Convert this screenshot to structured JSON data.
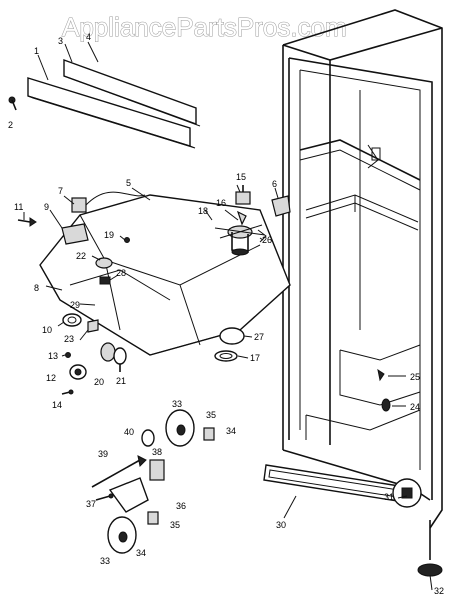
{
  "watermark": {
    "text": "AppliancePartsPros.com"
  },
  "callouts": [
    {
      "id": "c1",
      "text": "1"
    },
    {
      "id": "c2",
      "text": "2"
    },
    {
      "id": "c3",
      "text": "3"
    },
    {
      "id": "c4",
      "text": "4"
    },
    {
      "id": "c5",
      "text": "5"
    },
    {
      "id": "c6",
      "text": "6"
    },
    {
      "id": "c7",
      "text": "7"
    },
    {
      "id": "c8",
      "text": "8"
    },
    {
      "id": "c9",
      "text": "9"
    },
    {
      "id": "c10",
      "text": "10"
    },
    {
      "id": "c11",
      "text": "11"
    },
    {
      "id": "c12",
      "text": "12"
    },
    {
      "id": "c13",
      "text": "13"
    },
    {
      "id": "c14",
      "text": "14"
    },
    {
      "id": "c15",
      "text": "15"
    },
    {
      "id": "c16",
      "text": "16"
    },
    {
      "id": "c17",
      "text": "17"
    },
    {
      "id": "c18",
      "text": "18"
    },
    {
      "id": "c19",
      "text": "19"
    },
    {
      "id": "c20",
      "text": "20"
    },
    {
      "id": "c21",
      "text": "21"
    },
    {
      "id": "c22",
      "text": "22"
    },
    {
      "id": "c23",
      "text": "23"
    },
    {
      "id": "c24",
      "text": "24"
    },
    {
      "id": "c25",
      "text": "25"
    },
    {
      "id": "c26",
      "text": "26"
    },
    {
      "id": "c27",
      "text": "27"
    },
    {
      "id": "c28",
      "text": "28"
    },
    {
      "id": "c29",
      "text": "29"
    },
    {
      "id": "c30",
      "text": "30"
    },
    {
      "id": "c31",
      "text": "31"
    },
    {
      "id": "c32",
      "text": "32"
    },
    {
      "id": "c33a",
      "text": "33"
    },
    {
      "id": "c33b",
      "text": "33"
    },
    {
      "id": "c34a",
      "text": "34"
    },
    {
      "id": "c34b",
      "text": "34"
    },
    {
      "id": "c35a",
      "text": "35"
    },
    {
      "id": "c35b",
      "text": "35"
    },
    {
      "id": "c36",
      "text": "36"
    },
    {
      "id": "c37",
      "text": "37"
    },
    {
      "id": "c38",
      "text": "38"
    },
    {
      "id": "c39",
      "text": "39"
    },
    {
      "id": "c40",
      "text": "40"
    }
  ]
}
